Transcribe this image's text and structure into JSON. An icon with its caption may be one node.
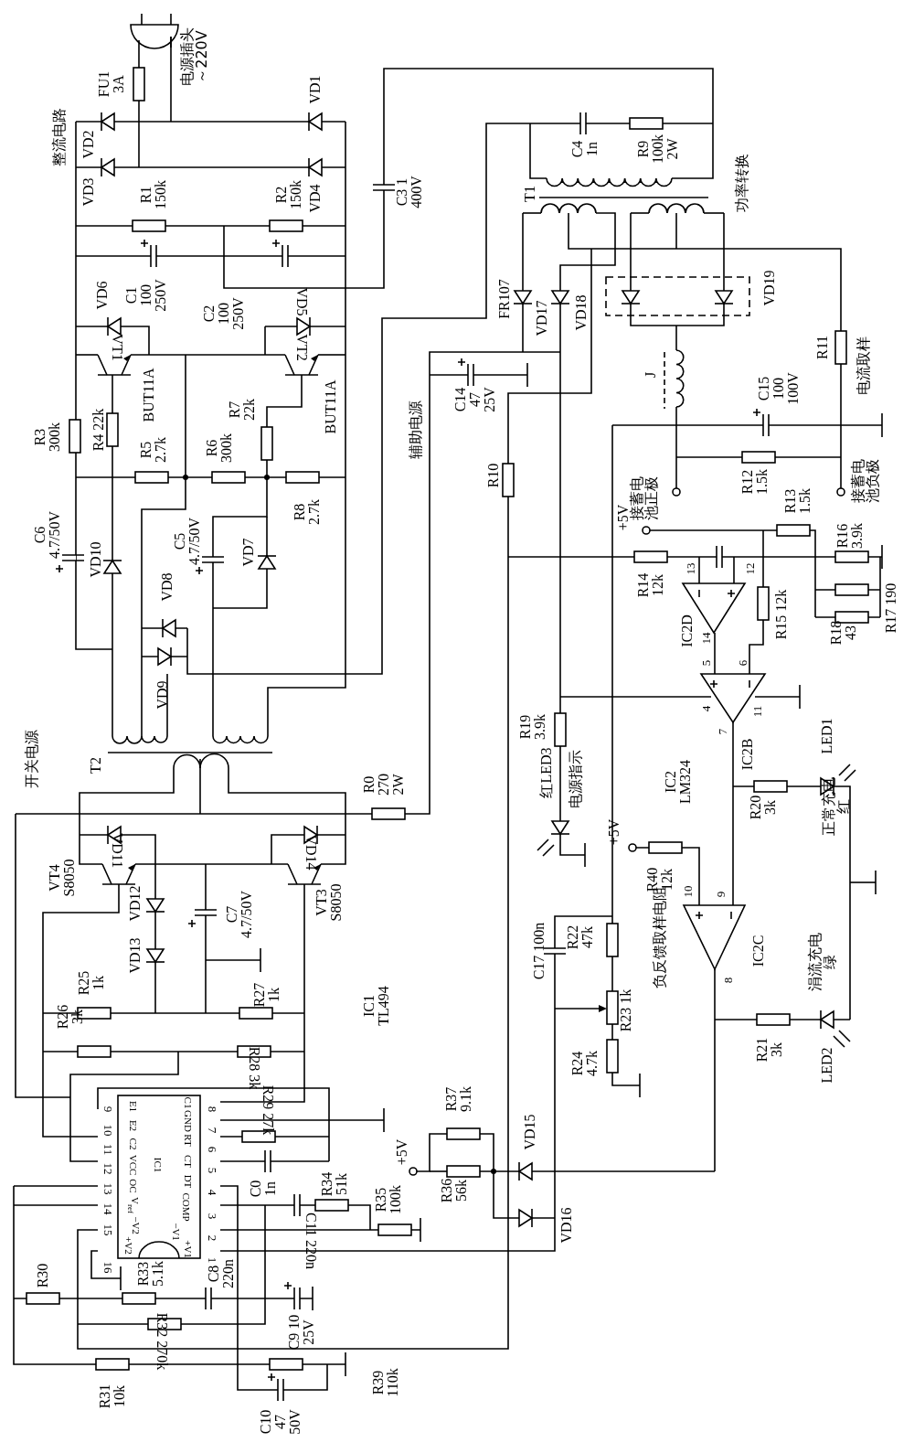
{
  "diagram": {
    "labels": [
      "电源插头～220V",
      "FU1 3A",
      "VD1",
      "整流电路",
      "VD2",
      "VD3",
      "R1 150k",
      "R2 150k",
      "VD4",
      "C3 1 400V",
      "VD6",
      "C1 100 250V",
      "C2 100 250V",
      "VD5",
      "VT1",
      "VT2",
      "BUT11A",
      "BUT11A",
      "R3 300k",
      "R4 22k",
      "R5 2.7k",
      "R6 300k",
      "R7 22k",
      "辅助电源",
      "C4 1n",
      "R9 100k 2W",
      "功率转换",
      "T1",
      "FR107",
      "VD17",
      "VD18",
      "VD19",
      "J",
      "R11",
      "电流取样",
      "C14 47 25V",
      "C15 100 100V",
      "R10",
      "R12 1.5k",
      "接蓄电池正极",
      "接蓄电池负极",
      "R13 1.5k",
      "+5V",
      "R16 3.9k",
      "R8 2.7k",
      "C6 4.7/50V",
      "VD10",
      "VD8",
      "C5 4.7/50V",
      "VD7",
      "R14 12k",
      "13",
      "12",
      "R15 12k",
      "R17 190",
      "R18 43",
      "IC2D",
      "14",
      "5",
      "6",
      "VD9",
      "开关电源",
      "T2",
      "R19 3.9k",
      "4",
      "11",
      "7",
      "IC2B",
      "LED1",
      "红LED3",
      "电源指示",
      "IC2 LM324",
      "R0 270 2W",
      "R20 3k",
      "正常充电红",
      "VD11",
      "VD14",
      "VT4 S8050",
      "VT3 S8050",
      "+5V",
      "R40 12k",
      "10",
      "9",
      "VD12",
      "VD13",
      "C7 4.7/50V",
      "C17 100n",
      "R22 47k",
      "负反馈取样电阻",
      "IC2C",
      "8",
      "涓流充电绿",
      "R25 1k",
      "R26 3k",
      "R27 1k",
      "R28 3k",
      "IC1 TL494",
      "R23 1k",
      "R24 4.7k",
      "R21 3k",
      "LED2",
      "R29 27k",
      "9",
      "10",
      "11",
      "12",
      "13",
      "14",
      "15",
      "16",
      "E1",
      "E2",
      "C2",
      "VCC",
      "OC",
      "V$_{ref}$",
      "−V2",
      "+V2",
      "C1",
      "GND",
      "RT",
      "IC1",
      "CT",
      "DT",
      "COMP",
      "−V1",
      "+V1",
      "8",
      "7",
      "6",
      "5",
      "4",
      "3",
      "2",
      "1",
      "R37 9.1k",
      "+5V",
      "VD15",
      "C0 1n",
      "R34 51k",
      "R35 100k",
      "R36 56k",
      "VD16",
      "C11 220n",
      "R30",
      "R33 5.1k",
      "C8 220n",
      "C9 10 25V",
      "R32 270k",
      "R31 10k",
      "R39 110k",
      "C10 47 50V"
    ]
  }
}
